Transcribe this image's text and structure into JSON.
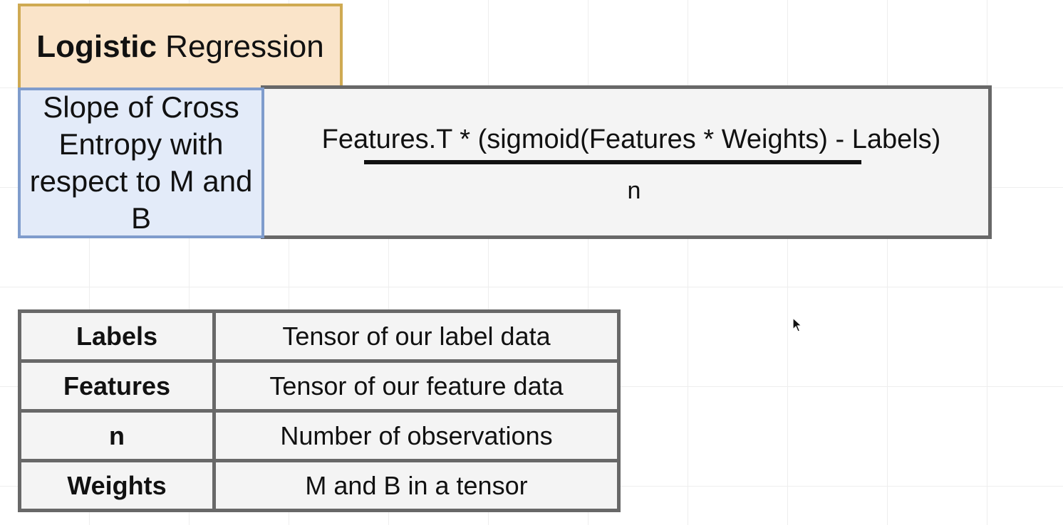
{
  "title": {
    "bold_part": "Logistic",
    "regular_part": "Regression"
  },
  "row_label": "Slope of Cross Entropy with respect to M and B",
  "formula": {
    "numerator": "Features.T * (sigmoid(Features * Weights) - Labels)",
    "denominator": "n"
  },
  "legend": [
    {
      "term": "Labels",
      "description": "Tensor of our label data"
    },
    {
      "term": "Features",
      "description": "Tensor of our feature data"
    },
    {
      "term": "n",
      "description": "Number of observations"
    },
    {
      "term": "Weights",
      "description": "M and B in a tensor"
    }
  ]
}
